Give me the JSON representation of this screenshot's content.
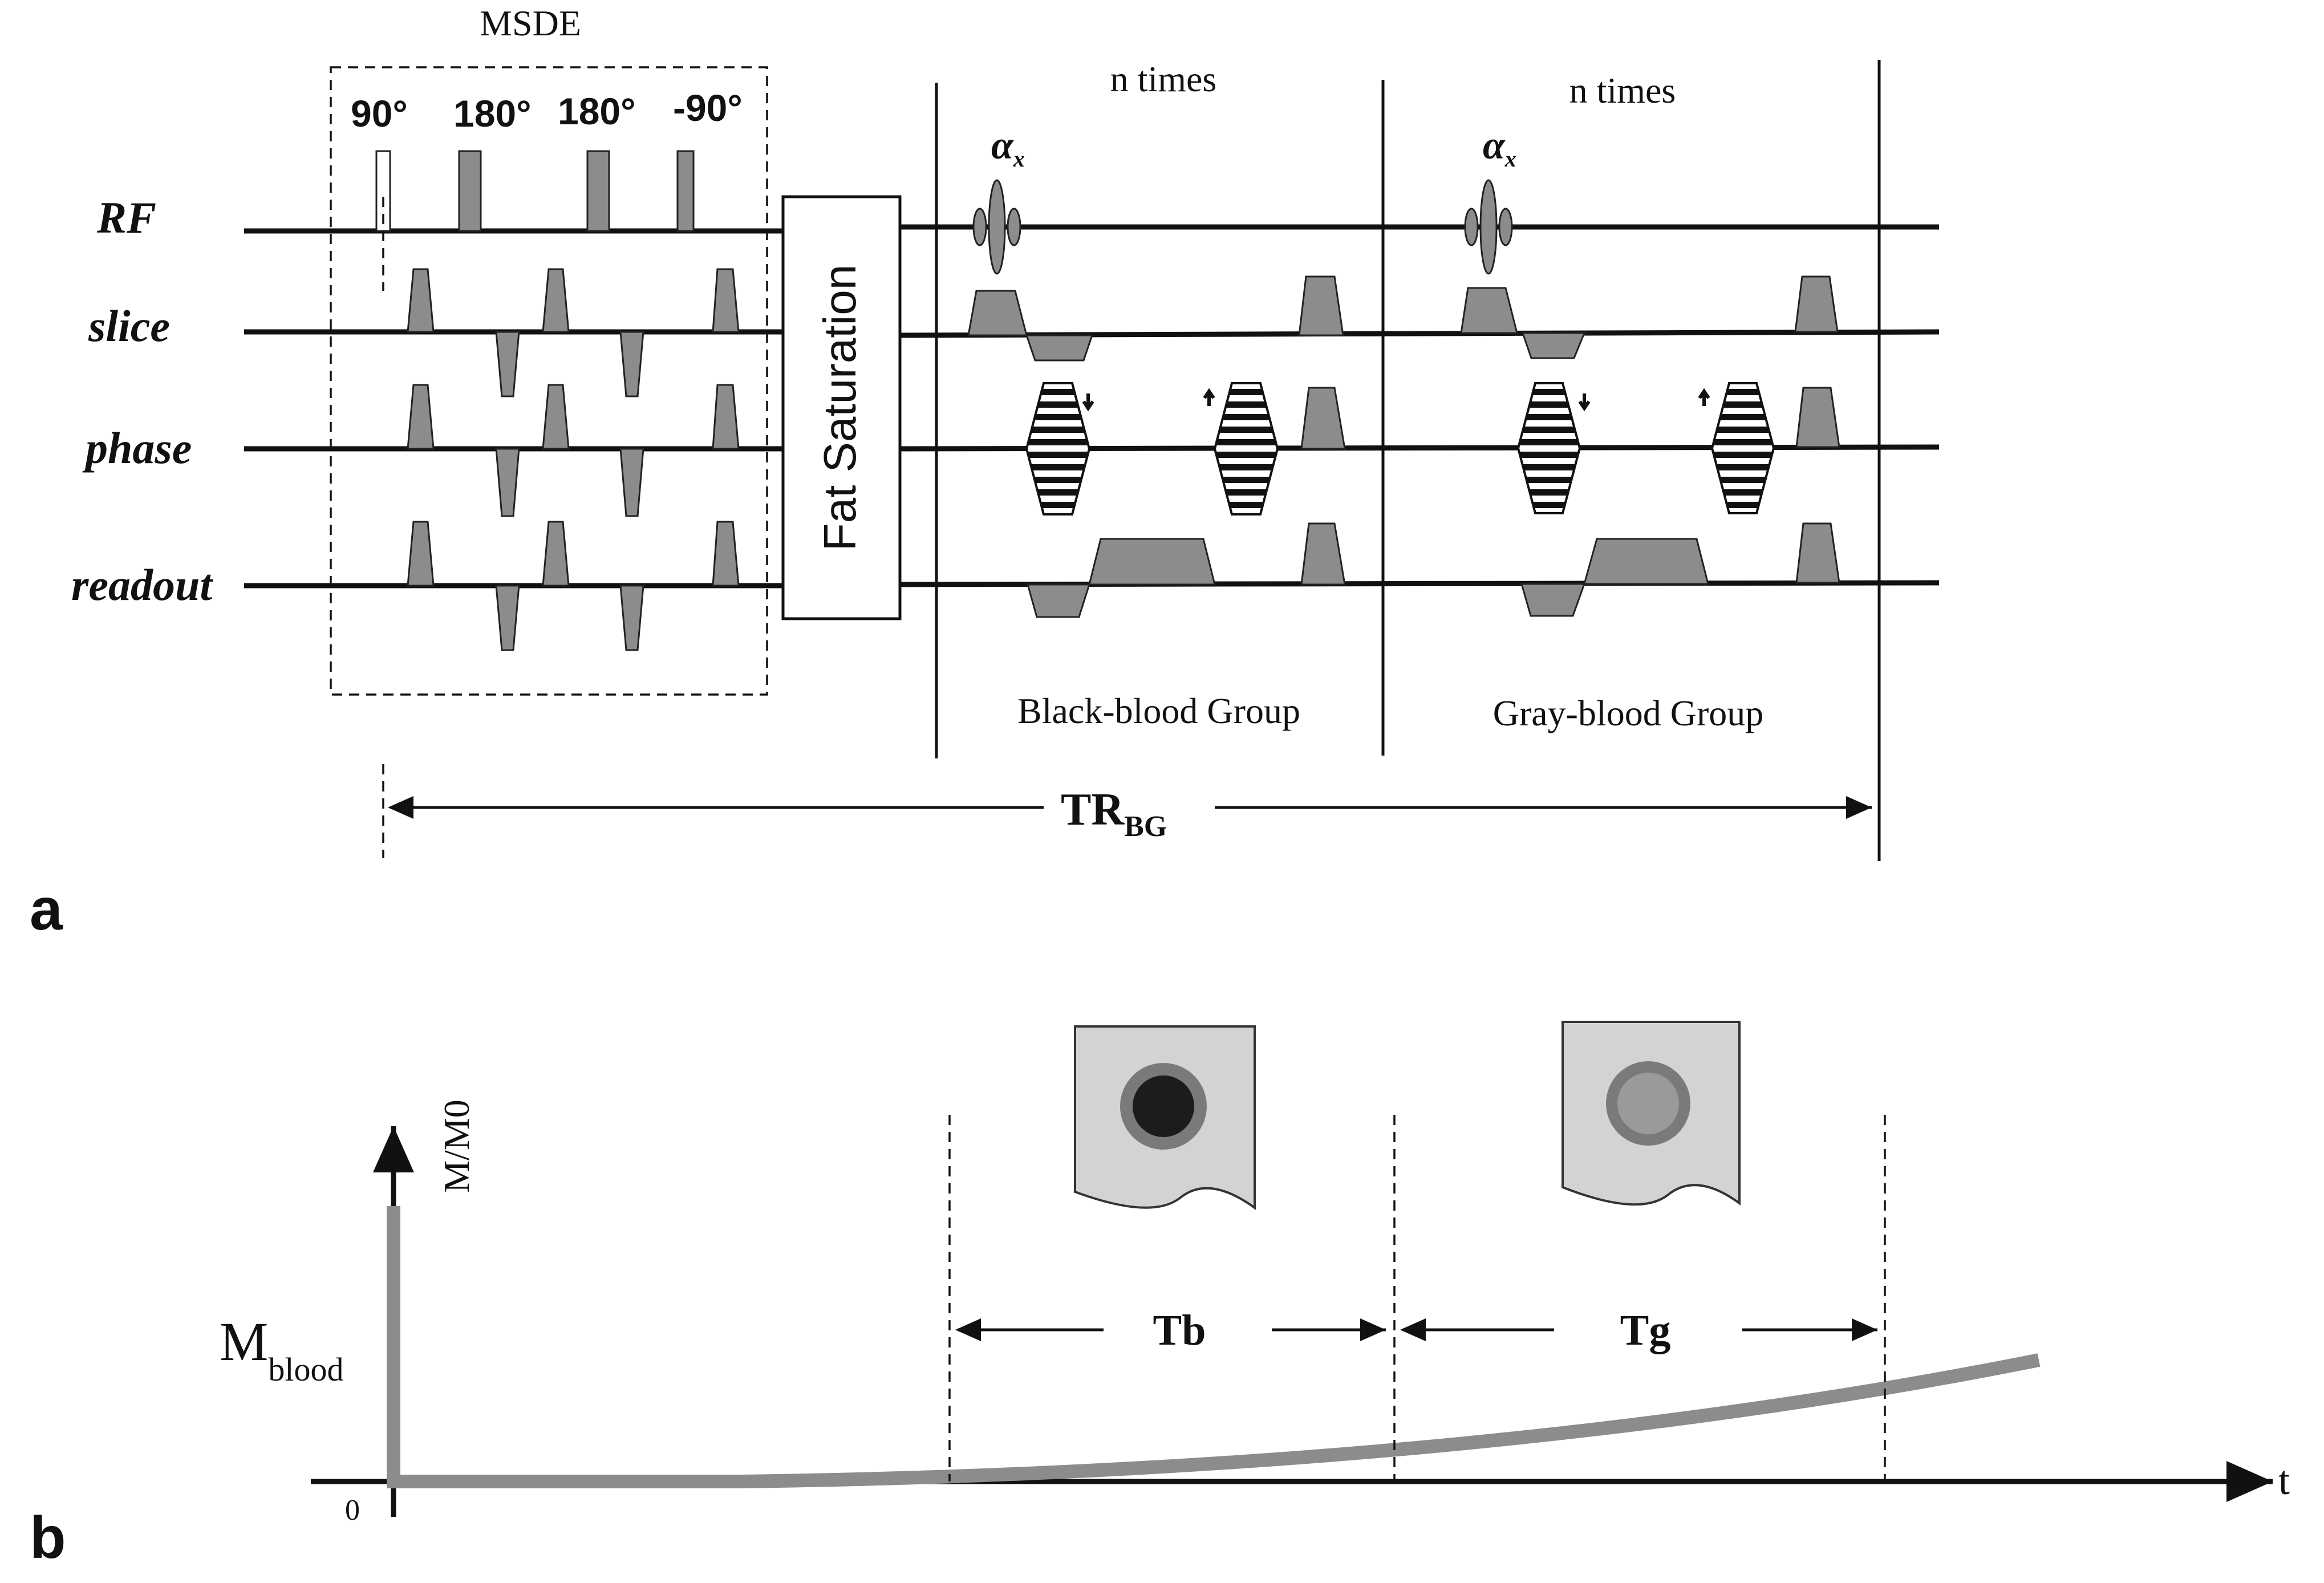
{
  "panel_a": {
    "letter": "a",
    "msde_label": "MSDE",
    "flip_angles": [
      "90°",
      "180°",
      "180°",
      "-90°"
    ],
    "axis_labels": [
      "RF",
      "slice",
      "phase",
      "readout"
    ],
    "fat_saturation": "Fat Saturation",
    "group_repeats": [
      "n times",
      "n times"
    ],
    "alpha_symbol": "α",
    "alpha_subscript": "x",
    "groups": [
      "Black-blood Group",
      "Gray-blood Group"
    ],
    "tr_main": "TR",
    "tr_sub": "BG"
  },
  "panel_b": {
    "letter": "b",
    "y_axis_label": "M/M0",
    "x_axis_label": "t",
    "origin_label": "0",
    "m_main": "M",
    "m_sub": "blood",
    "interval_black": "Tb",
    "interval_gray": "Tg"
  },
  "colors": {
    "pulse_fill": "#8c8c8c",
    "curve": "#8c8c8c",
    "image_bg": "#d3d3d3",
    "lumen_black": "#1c1c1c",
    "lumen_gray": "#9a9a9a",
    "wall": "#7a7a7a"
  }
}
